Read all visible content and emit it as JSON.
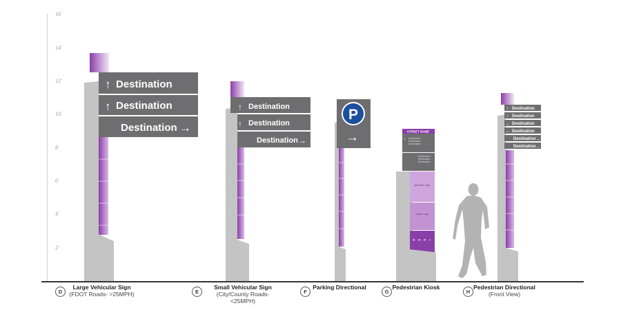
{
  "scale": {
    "ticks": [
      "16'",
      "14'",
      "12'",
      "10'",
      "8'",
      "6'",
      "4'",
      "2'"
    ]
  },
  "colors": {
    "post": "#c4c4c4",
    "panel": "#6e6e70",
    "accent": "#9b4fb3",
    "accent_light": "#c9a6d6",
    "ground": "#333333"
  },
  "signs": {
    "d": {
      "letter": "D",
      "title": "Large Vehicular Sign",
      "subtitle": "(FDOT Roads- >25MPH)",
      "rows": [
        "Destination",
        "Destination",
        "Destination"
      ]
    },
    "e": {
      "letter": "E",
      "title": "Small Vehicular Sign",
      "subtitle": "(City/County Roads- <25MPH)",
      "rows": [
        "Destination",
        "Destination",
        "Destination"
      ]
    },
    "f": {
      "letter": "F",
      "title": "Parking Directional",
      "symbol": "P"
    },
    "g": {
      "letter": "G",
      "title": "Pedestrian Kiosk",
      "header": "STREET NAME",
      "panel1": "Destination\nDestination\nDestination",
      "panel2": "Destination\nDestination\nDestination",
      "map1": "glimmer map",
      "map2": "finder map"
    },
    "h": {
      "letter": "H",
      "title": "Pedestrian Directional",
      "subtitle": "(Front View)",
      "rows": [
        "Destination",
        "Destination",
        "Destination",
        "Destination",
        "Destination",
        "Destination"
      ]
    }
  }
}
